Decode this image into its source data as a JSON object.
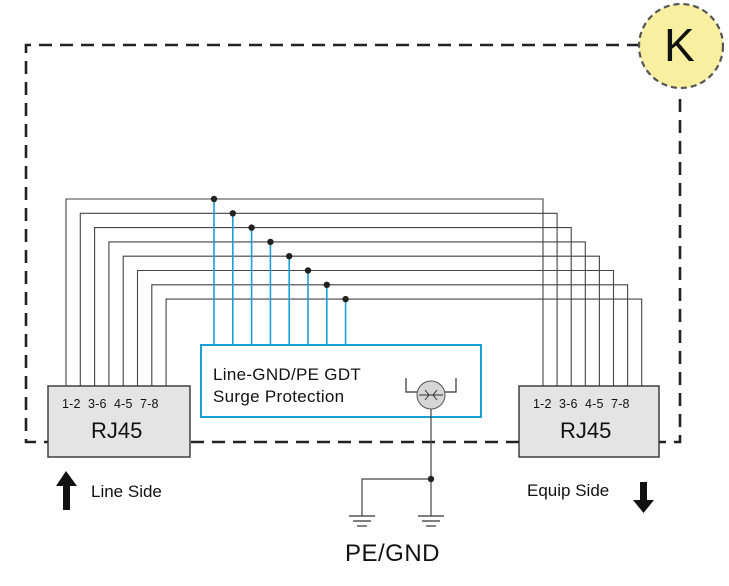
{
  "badge": {
    "letter": "K",
    "fill": "#f8f0a0"
  },
  "gdt_module": {
    "line1": "Line-GND/PE GDT",
    "line2": "Surge Protection",
    "border_color": "#1aa0d8"
  },
  "rj45_left": {
    "pins": "1-2  3-6  4-5  7-8",
    "name": "RJ45"
  },
  "rj45_right": {
    "pins": "1-2  3-6  4-5  7-8",
    "name": "RJ45"
  },
  "labels": {
    "line_side": "Line Side",
    "equip_side": "Equip Side",
    "pe_gnd": "PE/GND"
  },
  "colors": {
    "wire": "#444444",
    "tap_wire": "#1aa0d8",
    "box_fill": "#e4e4e4",
    "dashed_border": "#222222"
  }
}
